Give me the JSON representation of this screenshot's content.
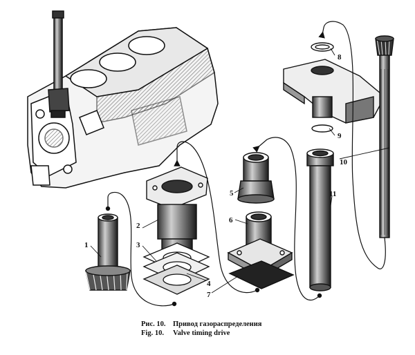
{
  "callouts": [
    "1",
    "2",
    "3",
    "4",
    "5",
    "6",
    "7",
    "8",
    "9",
    "10",
    "11"
  ],
  "caption": {
    "ru_prefix": "Рис. 10.",
    "ru_title": "Привод газораспределения",
    "en_prefix": "Fig. 10.",
    "en_title": "Valve timing drive"
  },
  "colors": {
    "ink": "#111111",
    "paper": "#ffffff",
    "shade": "#4a4a4a",
    "light": "#9a9a9a"
  }
}
